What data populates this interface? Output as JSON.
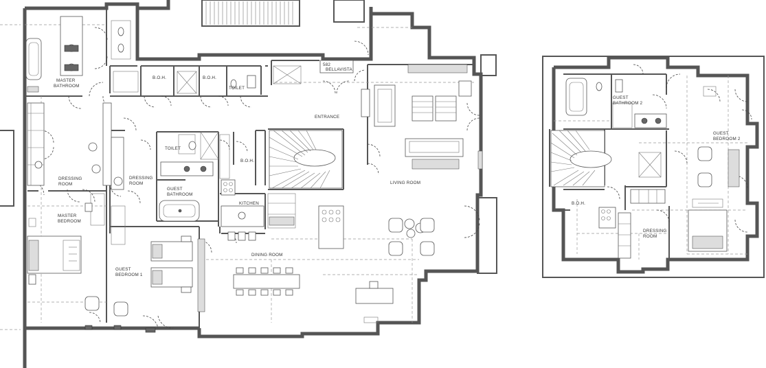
{
  "rooms": {
    "master_bathroom": [
      "MASTER",
      "BATHROOM"
    ],
    "boh_1": "B.O.H.",
    "boh_2": "B.O.H.",
    "toilet_top": "TOILET",
    "address": [
      "582",
      "BELLAVISTA"
    ],
    "entrance": "ENTRANCE",
    "living_room": "LIVING ROOM",
    "toilet_mid": "TOILET",
    "boh_3": "B.O.H.",
    "dressing_room_1": [
      "DRESSING",
      "ROOM"
    ],
    "dressing_room_2": [
      "DRESSING",
      "ROOM"
    ],
    "guest_bathroom": [
      "GUEST",
      "BATHROOM"
    ],
    "kitchen": "KITCHEN",
    "master_bedroom": [
      "MASTER",
      "BEDROOM"
    ],
    "guest_bedroom_1": [
      "GUEST",
      "BEDROOM 1"
    ],
    "dining_room": "DINING ROOM",
    "guest_bathroom_2": [
      "GUEST",
      "BATHROOM 2"
    ],
    "guest_bedroom_2": [
      "GUEST",
      "BEDROOM 2"
    ],
    "boh_upper": "B.O.H.",
    "dressing_room_upper": [
      "DRESSING",
      "ROOM"
    ]
  },
  "colors": {
    "wall": "#555555",
    "line": "#444444",
    "dash": "#999999",
    "furniture_dark": "#666666"
  }
}
